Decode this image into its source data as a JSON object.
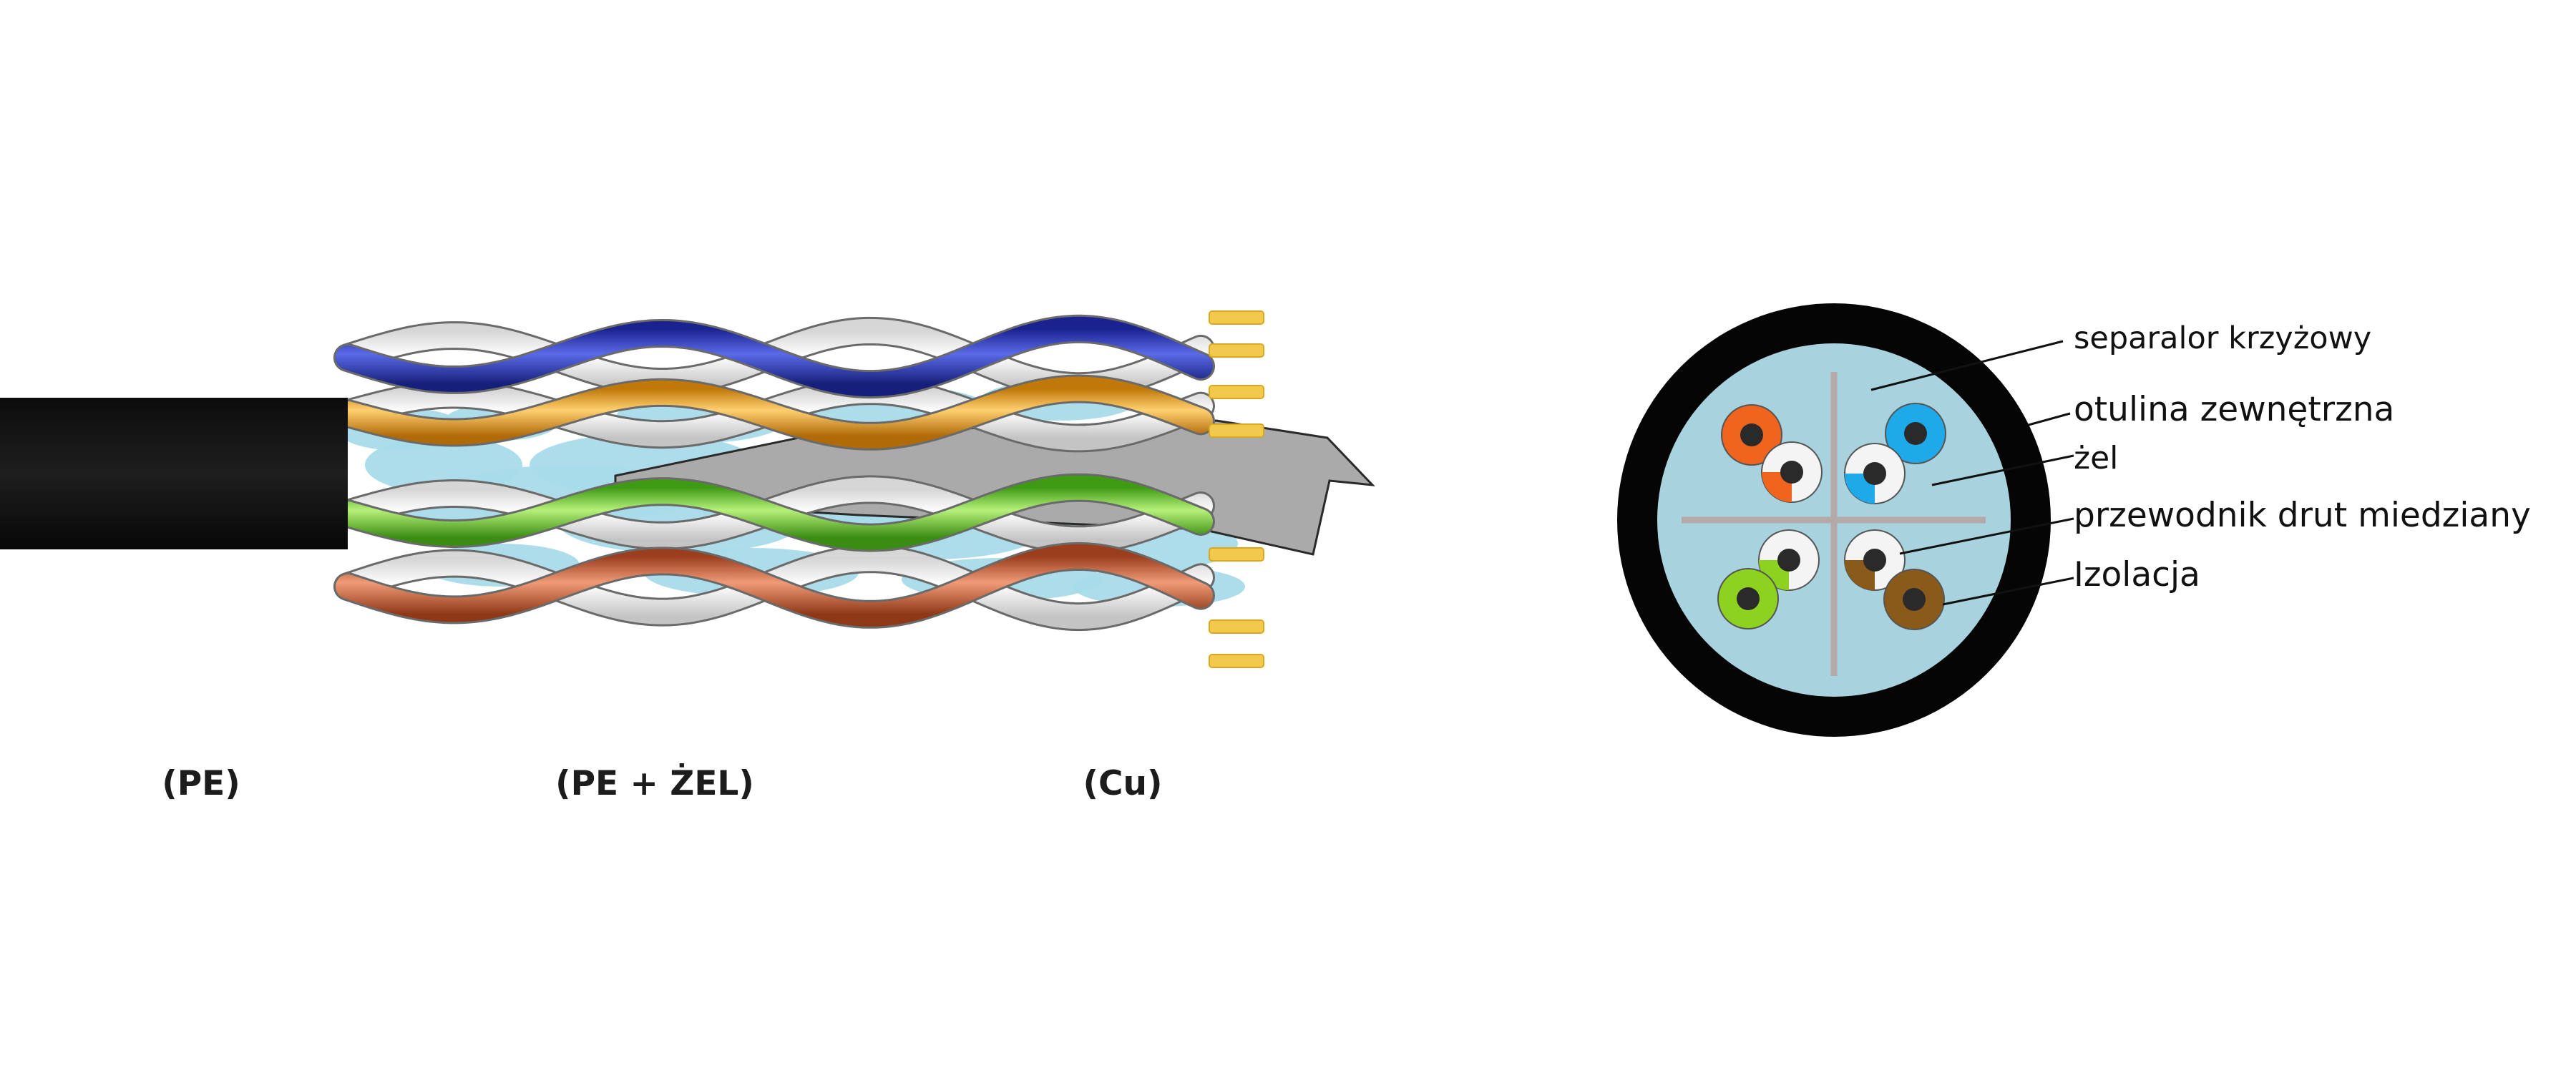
{
  "layer_labels": {
    "pe": "(PE)",
    "pe_gel": "(PE + ŻEL)",
    "cu": "(Cu)"
  },
  "callouts": {
    "separator": "separalor krzyżowy",
    "sheath": "otulina zewnętrzna",
    "gel": "żel",
    "conductor": "przewodnik drut miedziany",
    "insulation": "Izolacja"
  },
  "colors": {
    "jacket": "#141414",
    "gel": "#a9dbea",
    "cross_section_gel": "#a8d2de",
    "separator": "#a9a9a9",
    "copper": "#f2c94c",
    "blue_pair": "#2b3ab8",
    "orange_pair": "#f0a020",
    "green_pair": "#6cc432",
    "brown_pair": "#c9603a",
    "xs_orange": "#f0641e",
    "xs_blue": "#1eaae8",
    "xs_green": "#8cd21e",
    "xs_brown": "#8a5a1a",
    "white_wire": "#f4f4f4"
  }
}
